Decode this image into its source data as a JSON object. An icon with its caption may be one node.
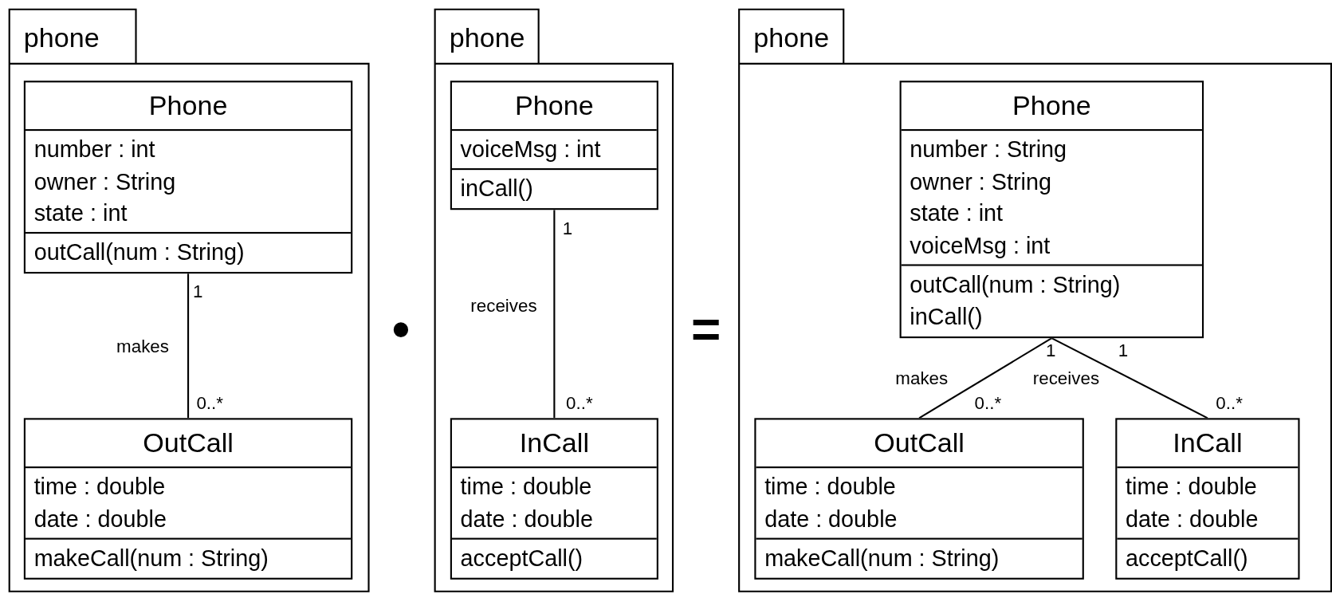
{
  "diagram": {
    "nodes": [
      {
        "text": [
          "phone"
        ]
      },
      {
        "text": [
          "Phone",
          "number : int",
          "owner : String",
          "state : int",
          "outCall(num : String)"
        ],
        "in": 0
      },
      {
        "text": [
          "OutCall",
          "time : double",
          "date : double",
          "makeCall(num : String)"
        ],
        "in": 0
      },
      {
        "text": [
          "phone"
        ]
      },
      {
        "text": [
          "Phone",
          "voiceMsg : int",
          "inCall()"
        ],
        "in": 3
      },
      {
        "text": [
          "InCall",
          "time : double",
          "date : double",
          "acceptCall()"
        ],
        "in": 3
      },
      {
        "text": [
          "phone"
        ]
      },
      {
        "text": [
          "Phone",
          "number : String",
          "owner : String",
          "state : int",
          "voiceMsg : int",
          "outCall(num : String)",
          "inCall()"
        ],
        "in": 6
      },
      {
        "text": [
          "OutCall",
          "time : double",
          "date : double",
          "makeCall(num : String)"
        ],
        "in": 6
      },
      {
        "text": [
          "InCall",
          "time : double",
          "date : double",
          "acceptCall()"
        ],
        "in": 6
      }
    ],
    "edges": [
      {
        "from": 1,
        "to": 2,
        "arrow": "none",
        "label": "makes"
      },
      {
        "from": 4,
        "to": 5,
        "arrow": "none",
        "label": "receives"
      },
      {
        "from": 7,
        "to": 8,
        "arrow": "none",
        "label": "makes"
      },
      {
        "from": 7,
        "to": 9,
        "arrow": "none",
        "label": "receives"
      }
    ],
    "labels": [
      "1",
      "0..*",
      "•",
      "1",
      "0..*",
      "=",
      "1",
      "1",
      "0..*",
      "0..*"
    ]
  }
}
